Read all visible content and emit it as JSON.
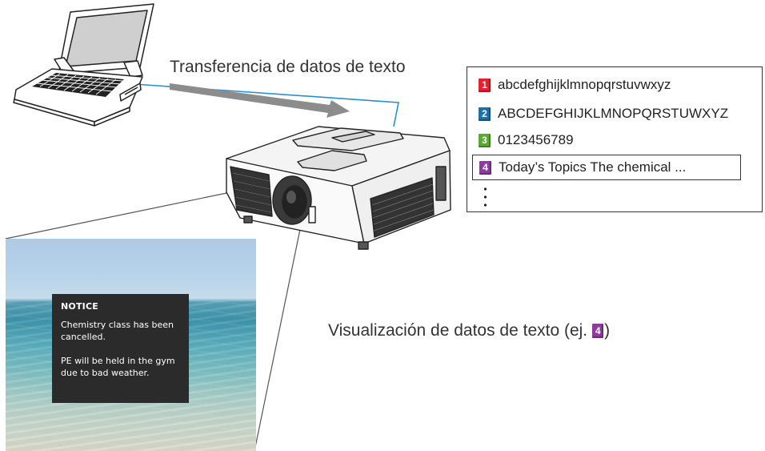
{
  "transfer_label": "Transferencia de datos de texto",
  "list": {
    "items": [
      {
        "num": "1",
        "text": "abcdefghijklmnopqrstuvwxyz",
        "color": "#d9262f"
      },
      {
        "num": "2",
        "text": "ABCDEFGHIJKLMNOPQRSTUWXYZ",
        "color": "#1f6fa3"
      },
      {
        "num": "3",
        "text": "0123456789",
        "color": "#5ba833"
      },
      {
        "num": "4",
        "text": "Today’s Topics The chemical ...",
        "color": "#8e3aa1"
      }
    ]
  },
  "display_label": {
    "text": "Visualización de datos de texto (ej.",
    "badge": "4",
    "close": ")"
  },
  "notice": {
    "title": "NOTICE",
    "line1": "Chemistry class has been cancelled.",
    "line2": "PE will be held in the gym due to bad weather."
  },
  "colors": {
    "cable": "#2a8fd0",
    "arrow": "#8c8c8c",
    "badge_4": "#8e3aa1"
  }
}
